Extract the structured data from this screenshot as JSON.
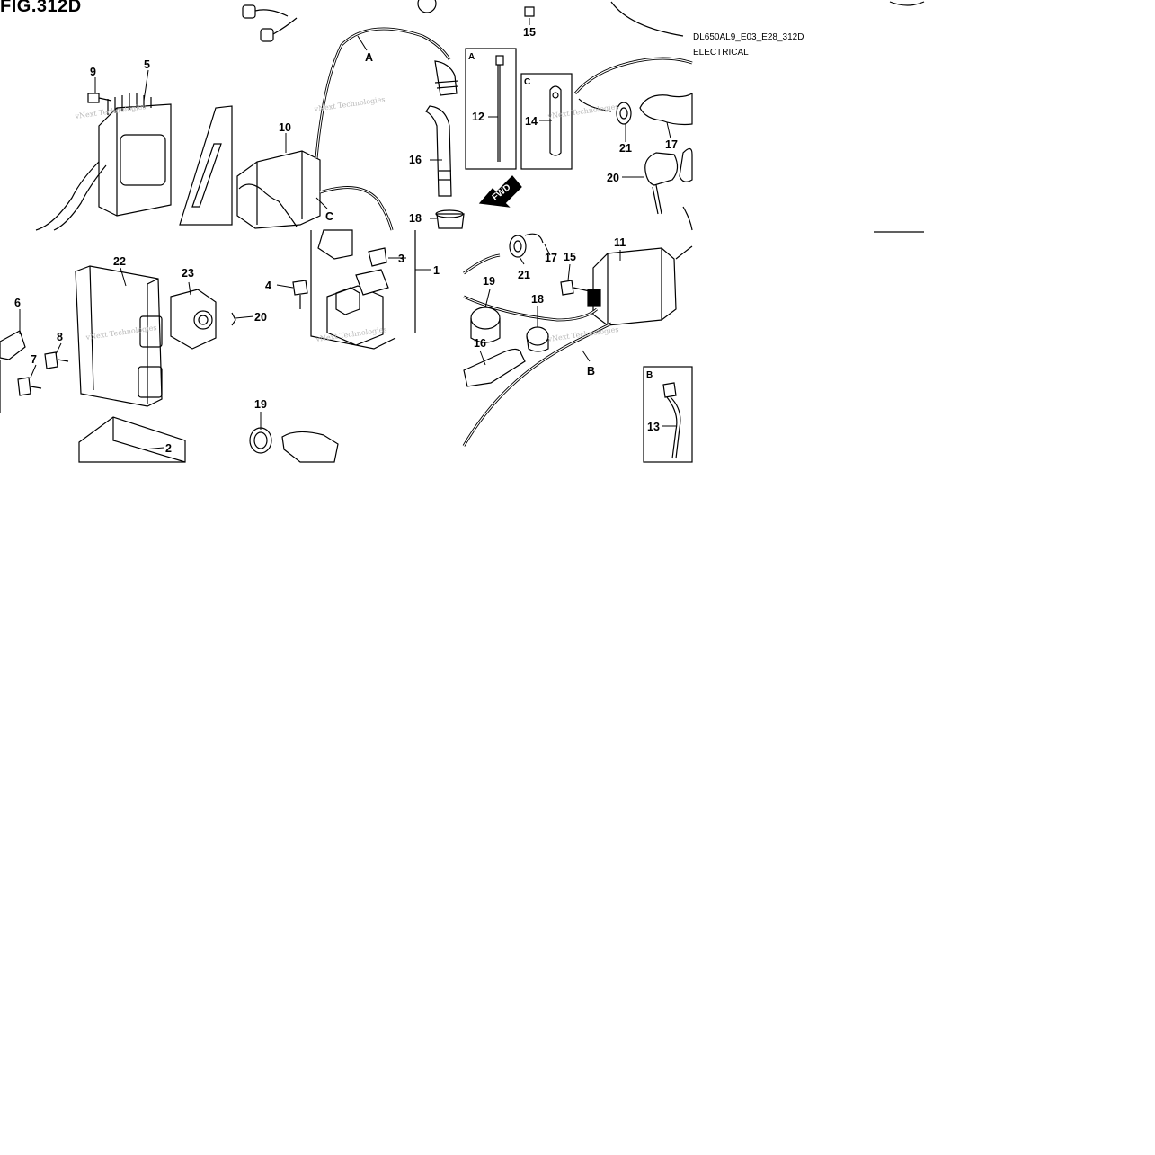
{
  "figure": {
    "title": "FIG.312D",
    "code": "DL650AL9_E03_E28_312D",
    "section": "ELECTRICAL"
  },
  "callouts": [
    {
      "id": "c1",
      "text": "1"
    },
    {
      "id": "c2",
      "text": "2"
    },
    {
      "id": "c3",
      "text": "3"
    },
    {
      "id": "c4",
      "text": "4"
    },
    {
      "id": "c5",
      "text": "5"
    },
    {
      "id": "c6",
      "text": "6"
    },
    {
      "id": "c7",
      "text": "7"
    },
    {
      "id": "c8",
      "text": "8"
    },
    {
      "id": "c9",
      "text": "9"
    },
    {
      "id": "c10",
      "text": "10"
    },
    {
      "id": "c11",
      "text": "11"
    },
    {
      "id": "c12",
      "text": "12"
    },
    {
      "id": "c13",
      "text": "13"
    },
    {
      "id": "c14",
      "text": "14"
    },
    {
      "id": "c15a",
      "text": "15"
    },
    {
      "id": "c15b",
      "text": "15"
    },
    {
      "id": "c16a",
      "text": "16"
    },
    {
      "id": "c16b",
      "text": "16"
    },
    {
      "id": "c17a",
      "text": "17"
    },
    {
      "id": "c17b",
      "text": "17"
    },
    {
      "id": "c18a",
      "text": "18"
    },
    {
      "id": "c18b",
      "text": "18"
    },
    {
      "id": "c19a",
      "text": "19"
    },
    {
      "id": "c19b",
      "text": "19"
    },
    {
      "id": "c20a",
      "text": "20"
    },
    {
      "id": "c20b",
      "text": "20"
    },
    {
      "id": "c21a",
      "text": "21"
    },
    {
      "id": "c21b",
      "text": "21"
    },
    {
      "id": "c22",
      "text": "22"
    },
    {
      "id": "c23",
      "text": "23"
    }
  ],
  "routing_letters": {
    "a": "A",
    "b": "B",
    "c": "C"
  },
  "detail_boxes": {
    "a": "A",
    "b": "B",
    "c": "C"
  },
  "direction_arrow": "FWD",
  "watermark": "vNext Technologies"
}
